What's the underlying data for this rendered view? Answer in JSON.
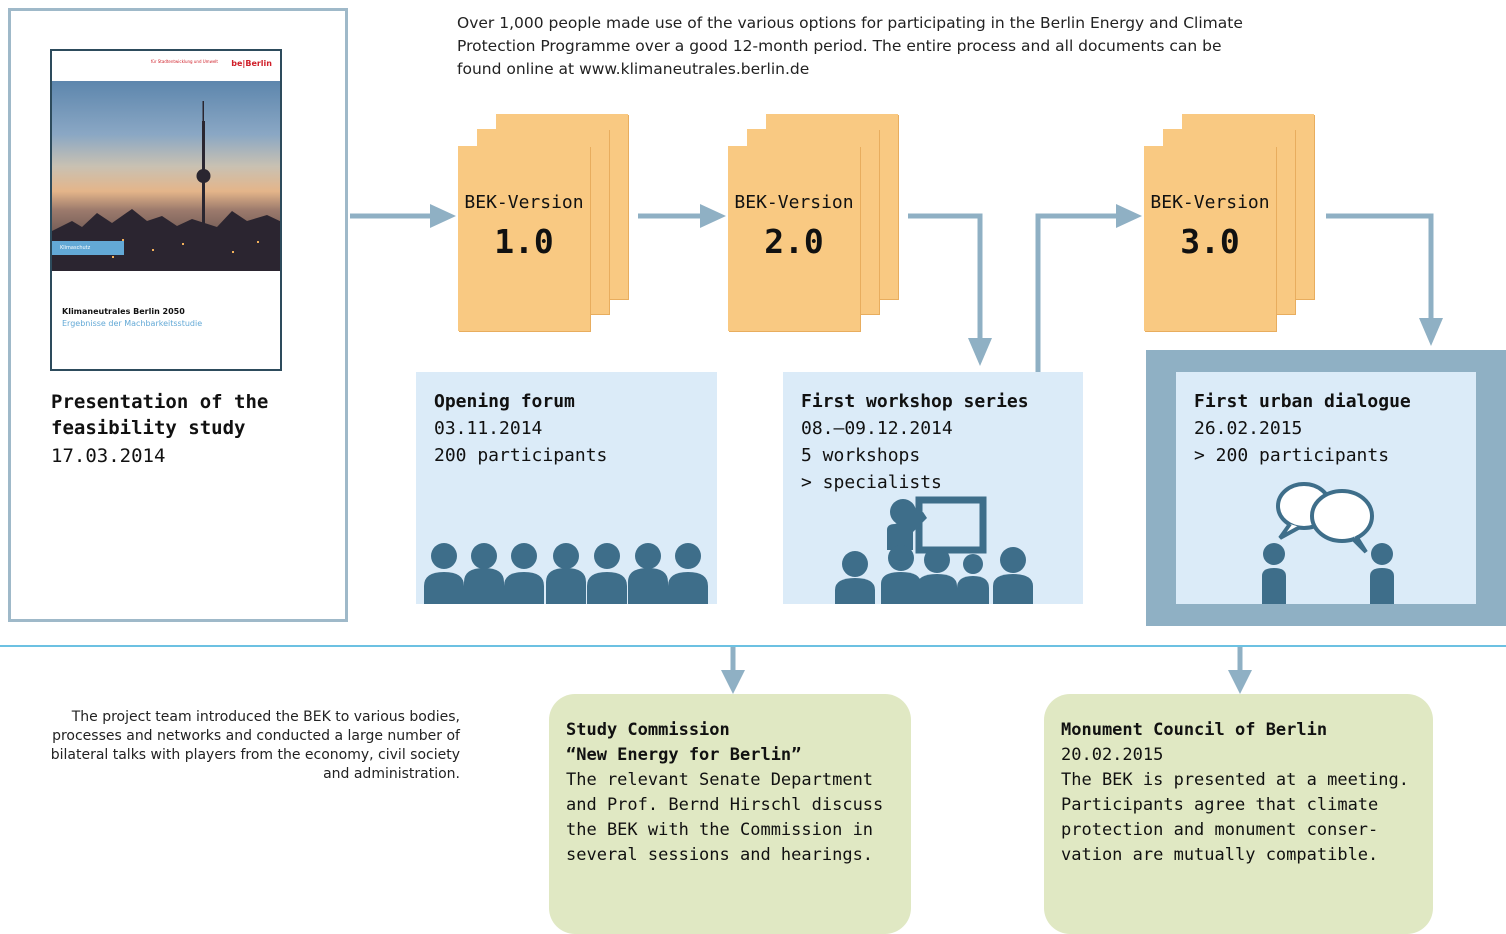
{
  "intro_text": "Over 1,000 people made use of the various options for participating in the Berlin Energy and Climate Protection Programme over a good 12-month period. The entire process and all documents can be found online at www.klimaneutrales.berlin.de",
  "feasibility": {
    "cover": {
      "logo_text": "be|Berlin",
      "logo_sub": "für Stadtentwicklung und Umwelt",
      "band": "Klimaschutz",
      "title": "Klimaneutrales Berlin 2050",
      "subtitle": "Ergebnisse der Machbarkeitsstudie"
    },
    "title_line1": "Presentation of the",
    "title_line2": "feasibility study",
    "date": "17.03.2014"
  },
  "versions": [
    {
      "label": "BEK-Version",
      "number": "1.0"
    },
    {
      "label": "BEK-Version",
      "number": "2.0"
    },
    {
      "label": "BEK-Version",
      "number": "3.0"
    }
  ],
  "events": [
    {
      "title": "Opening forum",
      "lines": [
        "03.11.2014",
        "200 participants"
      ]
    },
    {
      "title": "First workshop series",
      "lines": [
        "08.–09.12.2014",
        "5 workshops",
        "> specialists"
      ]
    },
    {
      "title": "First urban dialogue",
      "lines": [
        "26.02.2015",
        "> 200 participants"
      ]
    }
  ],
  "side_note": "The project team introduced the BEK to various bodies, processes and networks and conducted a large number of bilateral talks with players from the economy, civil society and administration.",
  "commission": {
    "title_line1": "Study Commission",
    "title_line2": "“New Energy for Berlin”",
    "lines": [
      "The relevant Senate Department",
      "and Prof. Bernd Hirschl discuss",
      "the BEK with the Commission in",
      "several sessions and hearings."
    ]
  },
  "monument": {
    "title": "Monument Council of Berlin",
    "date": "20.02.2015",
    "lines": [
      "The BEK is presented at a meeting.",
      "Participants agree that climate",
      "protection and monument conser-",
      "vation are mutually compatible."
    ]
  },
  "colors": {
    "arrow": "#8fb0c4",
    "sheet": "#f9c982",
    "event_bg": "#dbebf8",
    "people": "#3e6e8a",
    "green_box": "#e0e8c3",
    "divider": "#6cc1e2"
  }
}
